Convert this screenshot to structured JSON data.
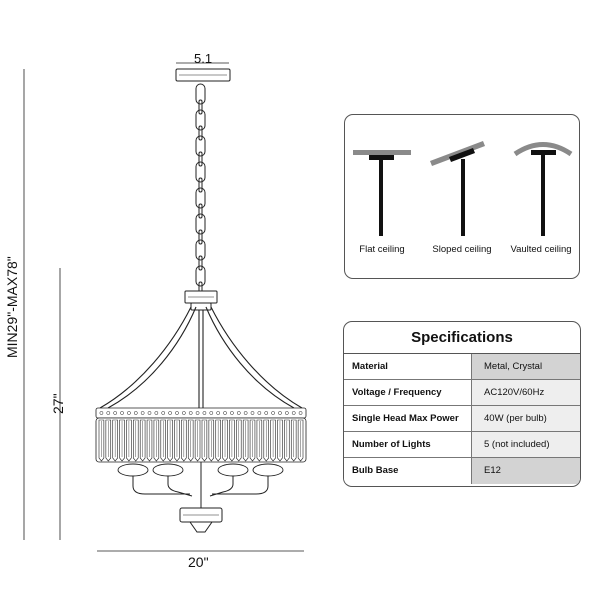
{
  "dimensions": {
    "canopy_width": "5.1",
    "fixture_width": "20\"",
    "overall_height": "MIN29\"-MAX78\"",
    "body_height": "27\""
  },
  "ceiling_types": [
    {
      "label": "Flat ceiling",
      "icon": "flat-ceiling-icon"
    },
    {
      "label": "Sloped ceiling",
      "icon": "sloped-ceiling-icon"
    },
    {
      "label": "Vaulted ceiling",
      "icon": "vaulted-ceiling-icon"
    }
  ],
  "specifications": {
    "title": "Specifications",
    "rows": [
      {
        "key": "Material",
        "value": "Metal,  Crystal"
      },
      {
        "key": "Voltage / Frequency",
        "value": "AC120V/60Hz"
      },
      {
        "key": "Single Head Max Power",
        "value": "40W (per bulb)"
      },
      {
        "key": "Number of Lights",
        "value": "5 (not included)"
      },
      {
        "key": "Bulb Base",
        "value": "E12"
      }
    ]
  },
  "colors": {
    "line": "#111111",
    "panel_border": "#555555",
    "spec_value_bg": "#d3d3d3",
    "spec_value_bg_alt": "#eeeeee",
    "ceiling_surface": "#8a8a8a"
  }
}
